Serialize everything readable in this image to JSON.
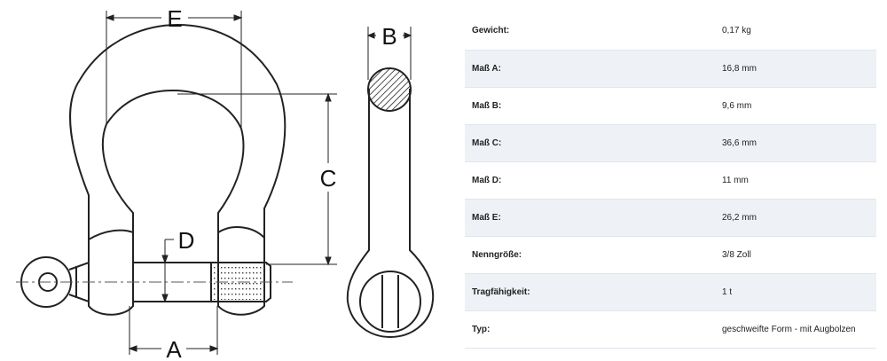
{
  "drawing": {
    "labels": {
      "E": "E",
      "B": "B",
      "C": "C",
      "D": "D",
      "A": "A"
    }
  },
  "specs": [
    {
      "key": "Gewicht:",
      "value": "0,17 kg"
    },
    {
      "key": "Maß A:",
      "value": "16,8 mm"
    },
    {
      "key": "Maß B:",
      "value": "9,6 mm"
    },
    {
      "key": "Maß C:",
      "value": "36,6 mm"
    },
    {
      "key": "Maß D:",
      "value": "11 mm"
    },
    {
      "key": "Maß E:",
      "value": "26,2 mm"
    },
    {
      "key": "Nenngröße:",
      "value": "3/8 Zoll"
    },
    {
      "key": "Tragfähigkeit:",
      "value": "1 t"
    },
    {
      "key": "Typ:",
      "value": "geschweifte Form - mit Augbolzen"
    }
  ]
}
